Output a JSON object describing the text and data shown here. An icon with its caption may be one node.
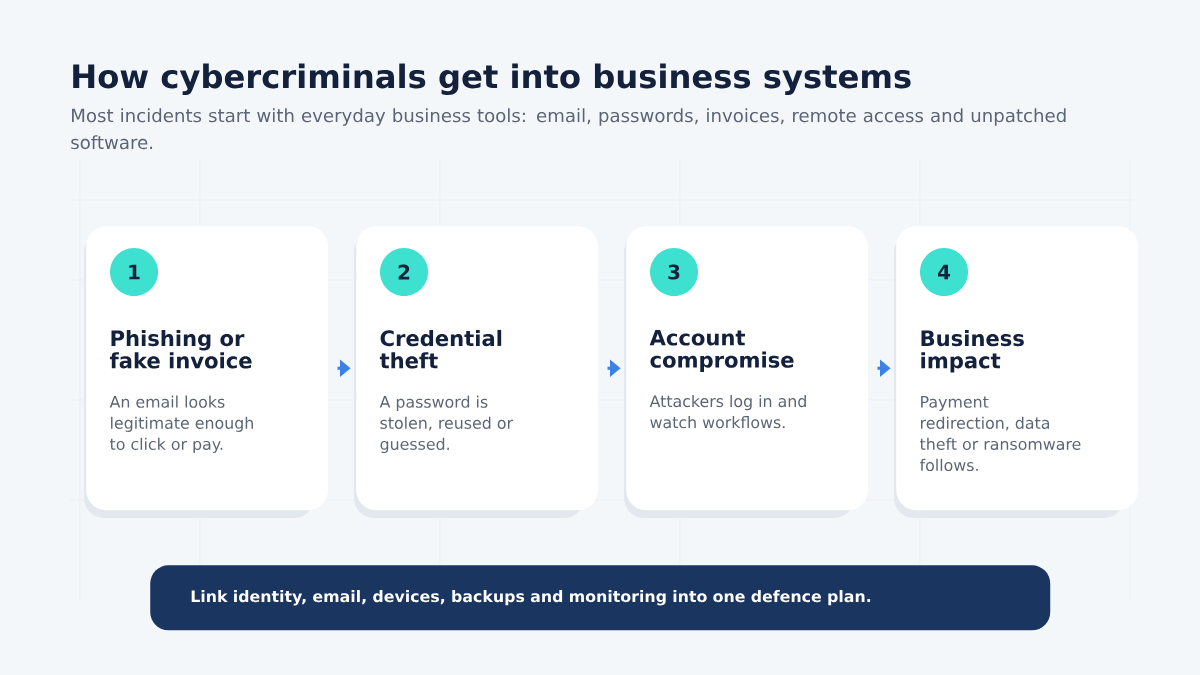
{
  "diagram": {
    "title": "How cybercriminals get into business systems",
    "nodes": [
      {
        "text": [
          "Phishing or fake invoice",
          "An email looks legitimate enough to click or pay."
        ]
      },
      {
        "text": [
          "1"
        ],
        "in": 0
      },
      {
        "text": [
          "Credential theft",
          "A password is stolen, reused or guessed."
        ]
      },
      {
        "text": [
          "2"
        ],
        "in": 2
      },
      {
        "text": [
          "Account compromise",
          "Attackers log in and watch workflows."
        ]
      },
      {
        "text": [
          "3"
        ],
        "in": 4
      },
      {
        "text": [
          "Business impact",
          "Payment redirection, data theft or ransomware follows."
        ]
      },
      {
        "text": [
          "4"
        ],
        "in": 6
      },
      {
        "text": [
          "Link identity, email, devices, backups and monitoring into one defence plan."
        ]
      }
    ],
    "edges": [
      {
        "from": 0,
        "to": 2,
        "arrow": "to"
      },
      {
        "from": 2,
        "to": 4,
        "arrow": "to"
      },
      {
        "from": 4,
        "to": 6,
        "arrow": "to"
      }
    ],
    "labels": [
      "Most incidents start with everyday business tools: email, passwords, invoices, remote access and unpatched software."
    ]
  }
}
